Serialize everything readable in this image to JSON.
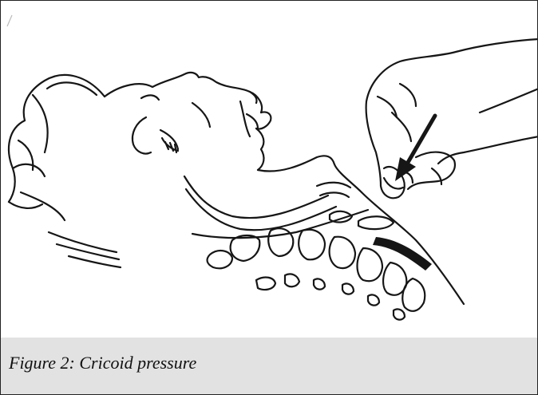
{
  "figure": {
    "caption": "Figure 2: Cricoid pressure",
    "colors": {
      "ink": "#161616",
      "caption_band": "#e2e2e2",
      "background": "#ffffff",
      "stipple": "#555555"
    },
    "depicts": [
      "patient-head",
      "spine-cross-section",
      "airway",
      "hand",
      "pressure-arrow"
    ]
  }
}
